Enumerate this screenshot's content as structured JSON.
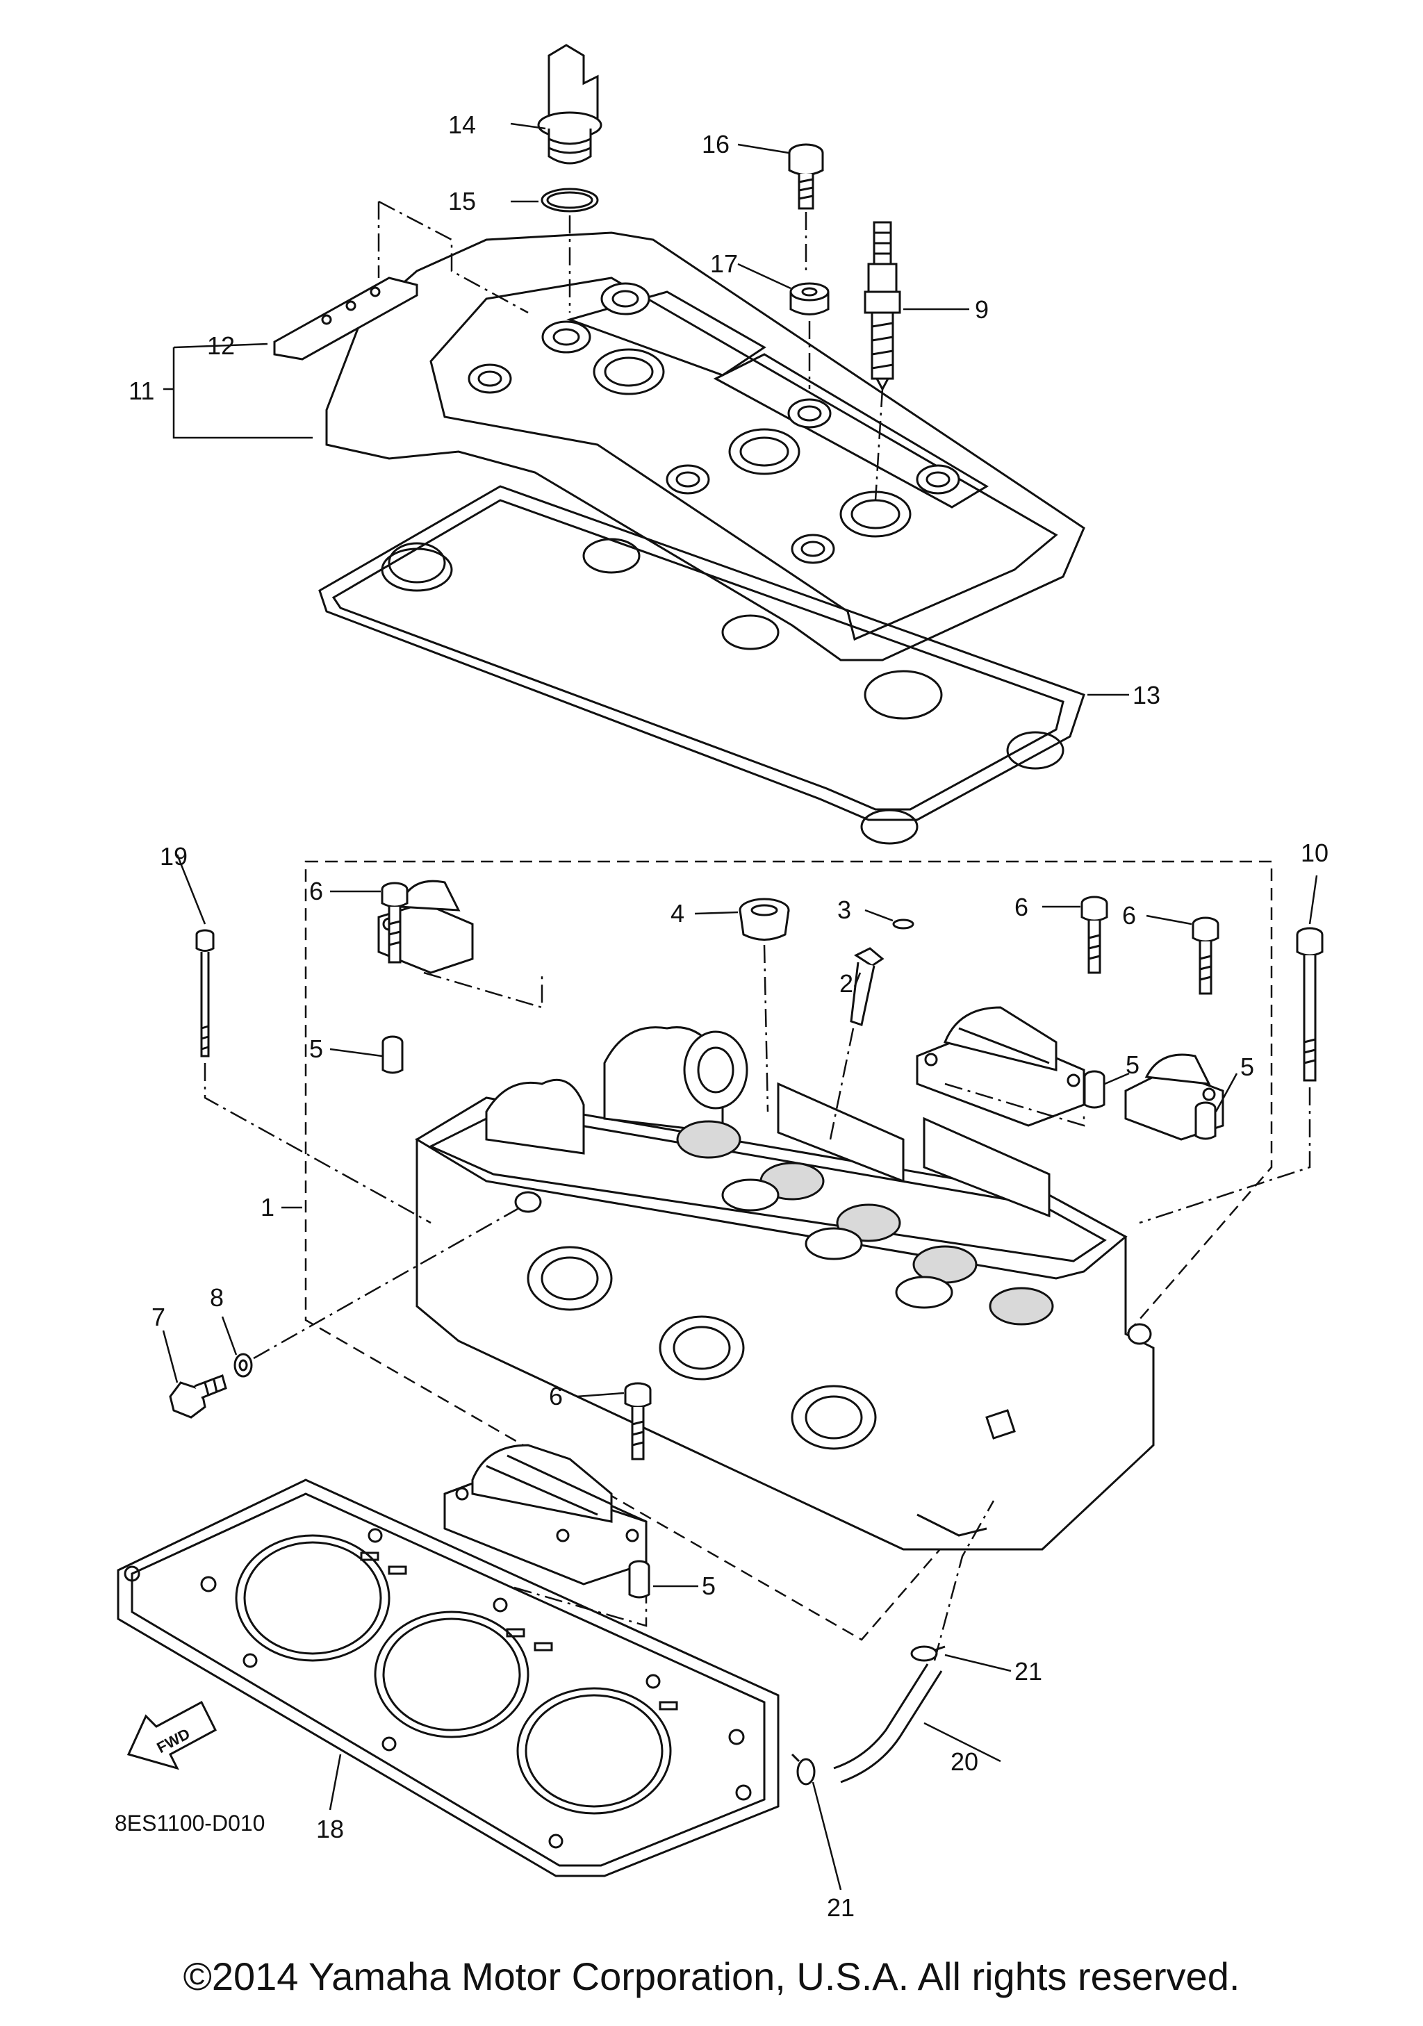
{
  "diagram": {
    "parts": [
      {
        "ref": "1"
      },
      {
        "ref": "2"
      },
      {
        "ref": "3"
      },
      {
        "ref": "4"
      },
      {
        "ref": "5"
      },
      {
        "ref": "6"
      },
      {
        "ref": "7"
      },
      {
        "ref": "8"
      },
      {
        "ref": "9"
      },
      {
        "ref": "10"
      },
      {
        "ref": "11"
      },
      {
        "ref": "12"
      },
      {
        "ref": "13"
      },
      {
        "ref": "14"
      },
      {
        "ref": "15"
      },
      {
        "ref": "16"
      },
      {
        "ref": "17"
      },
      {
        "ref": "18"
      },
      {
        "ref": "19"
      },
      {
        "ref": "20"
      },
      {
        "ref": "21"
      }
    ],
    "fwd_label": "FWD",
    "drawing_code": "8ES1100-D010"
  },
  "footer": {
    "copyright": "©2014 Yamaha Motor Corporation, U.S.A. All rights reserved."
  }
}
